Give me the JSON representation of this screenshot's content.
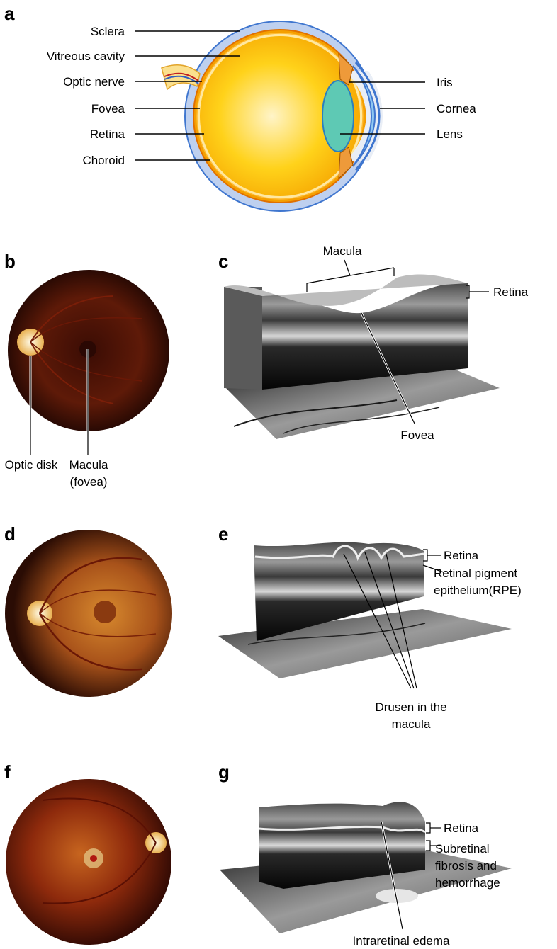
{
  "panels": {
    "a": "a",
    "b": "b",
    "c": "c",
    "d": "d",
    "e": "e",
    "f": "f",
    "g": "g"
  },
  "eye": {
    "sclera": "Sclera",
    "vitreous": "Vitreous cavity",
    "optic_nerve": "Optic nerve",
    "fovea": "Fovea",
    "retina": "Retina",
    "choroid": "Choroid",
    "iris": "Iris",
    "cornea": "Cornea",
    "lens": "Lens"
  },
  "fundus_b": {
    "optic_disk": "Optic disk",
    "macula_line1": "Macula",
    "macula_line2": "(fovea)"
  },
  "oct_c": {
    "macula": "Macula",
    "retina": "Retina",
    "fovea": "Fovea"
  },
  "oct_e": {
    "retina": "Retina",
    "rpe_line1": "Retinal pigment",
    "rpe_line2": "epithelium(RPE)",
    "drusen_line1": "Drusen in the",
    "drusen_line2": "macula"
  },
  "oct_g": {
    "retina": "Retina",
    "sub_line1": "Subretinal",
    "sub_line2": "fibrosis and",
    "sub_line3": "hemorrhage",
    "edema": "Intraretinal edema"
  },
  "colors": {
    "vitreous": "#fdd000",
    "sclera": "#b8cdee",
    "lens": "#5ec9b4",
    "fundus": "#8a2a0e"
  }
}
